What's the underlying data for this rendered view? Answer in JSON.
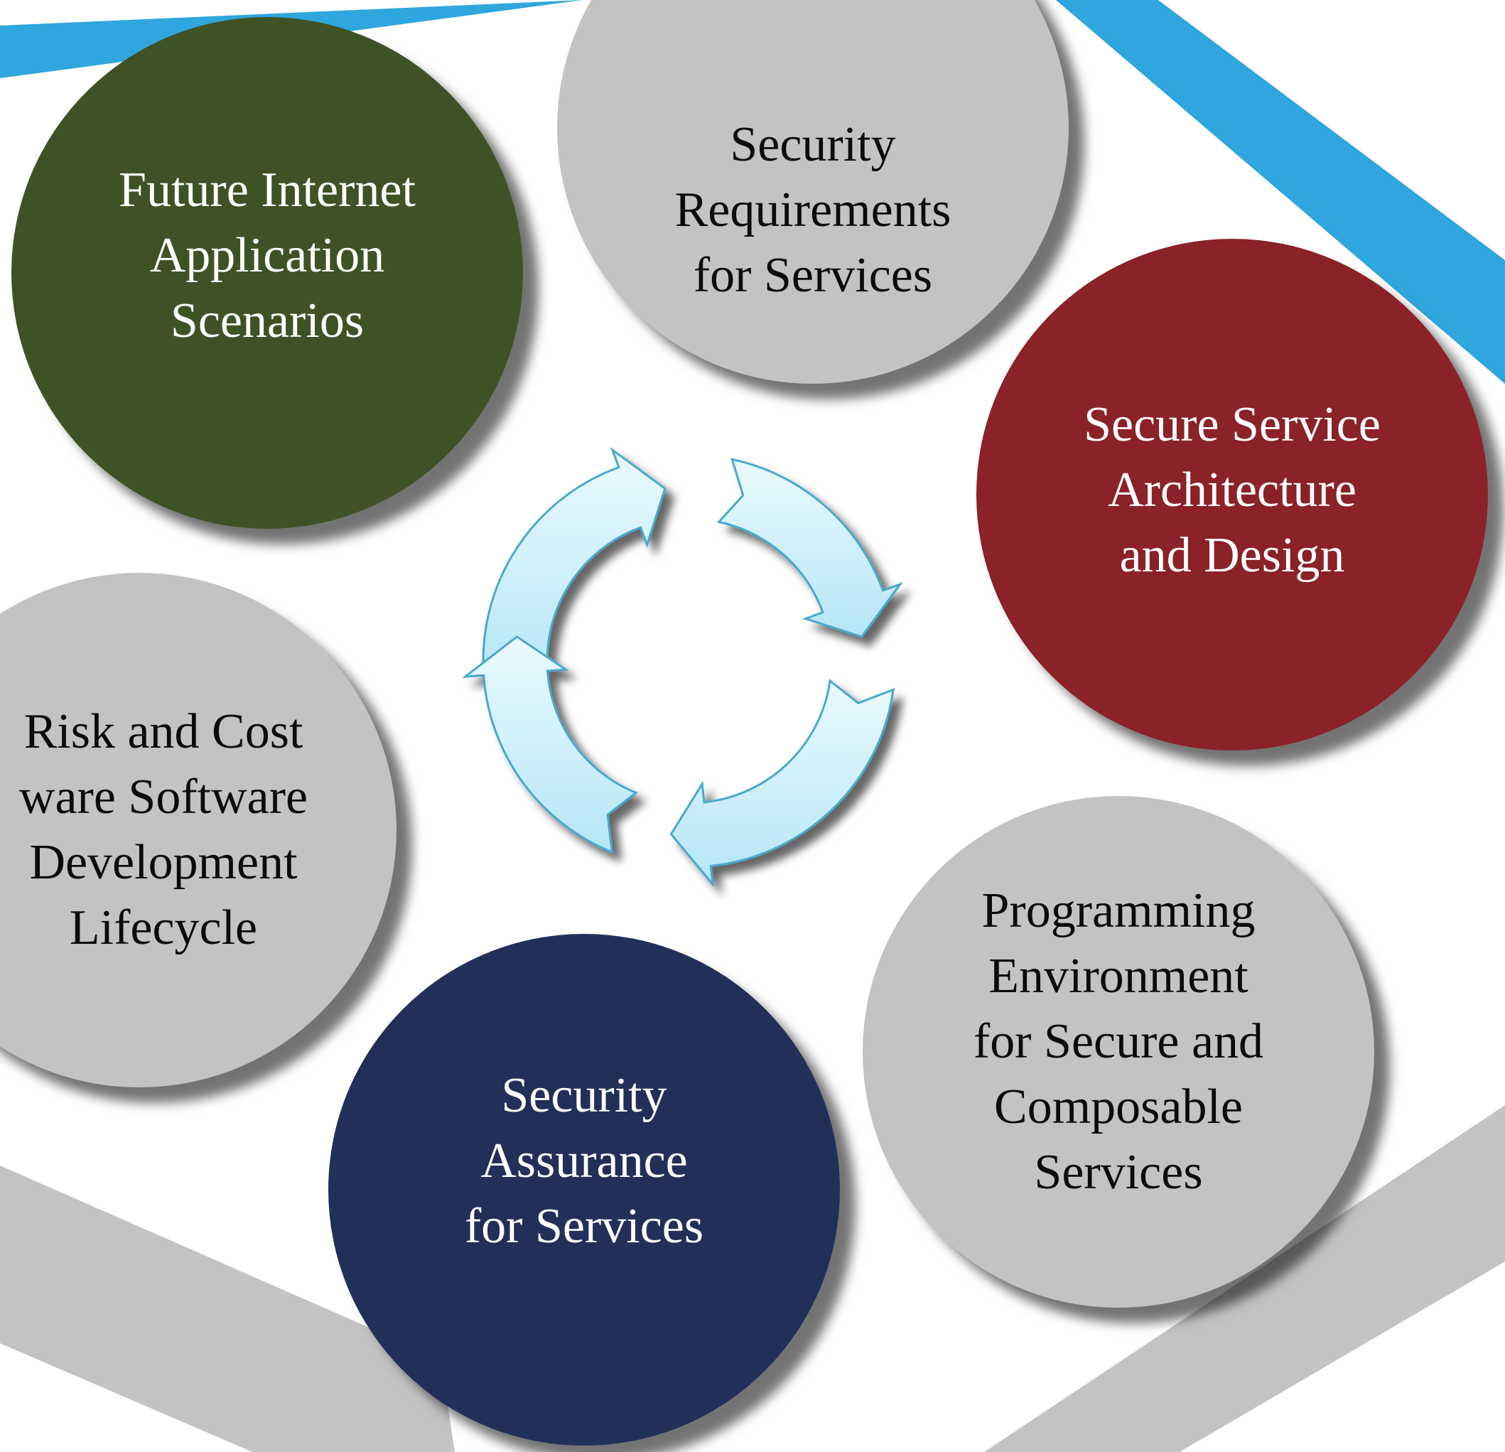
{
  "colors": {
    "blue_band": "#2fa6dd",
    "grey_band": "#c3c3c3",
    "circle_grey": "#c3c3c2",
    "circle_green": "#3f5226",
    "circle_red": "#8b2129",
    "circle_navy": "#222f59",
    "arrow_fill": "#bfeaf8",
    "arrow_stroke": "#4aa9cc"
  },
  "circles": [
    {
      "id": "future",
      "label": "Future Internet\nApplication\nScenarios",
      "color": "#3f5226",
      "text_tone": "dark"
    },
    {
      "id": "secreq",
      "label": "Security\nRequirements\nfor Services",
      "color": "#c3c3c2",
      "text_tone": "light"
    },
    {
      "id": "arch",
      "label": "Secure Service\nArchitecture\nand Design",
      "color": "#8b2129",
      "text_tone": "dark"
    },
    {
      "id": "risk",
      "label": "Risk and Cost\nware Software\nDevelopment\nLifecycle",
      "color": "#c3c3c2",
      "text_tone": "light"
    },
    {
      "id": "prog",
      "label": "Programming\nEnvironment\nfor Secure and\nComposable\nServices",
      "color": "#c3c3c2",
      "text_tone": "light"
    },
    {
      "id": "assure",
      "label": "Security\nAssurance\nfor Services",
      "color": "#222f59",
      "text_tone": "dark"
    }
  ],
  "cycle_arrows": [
    "arrow-top-left",
    "arrow-top-right",
    "arrow-bottom-right",
    "arrow-bottom-left"
  ]
}
